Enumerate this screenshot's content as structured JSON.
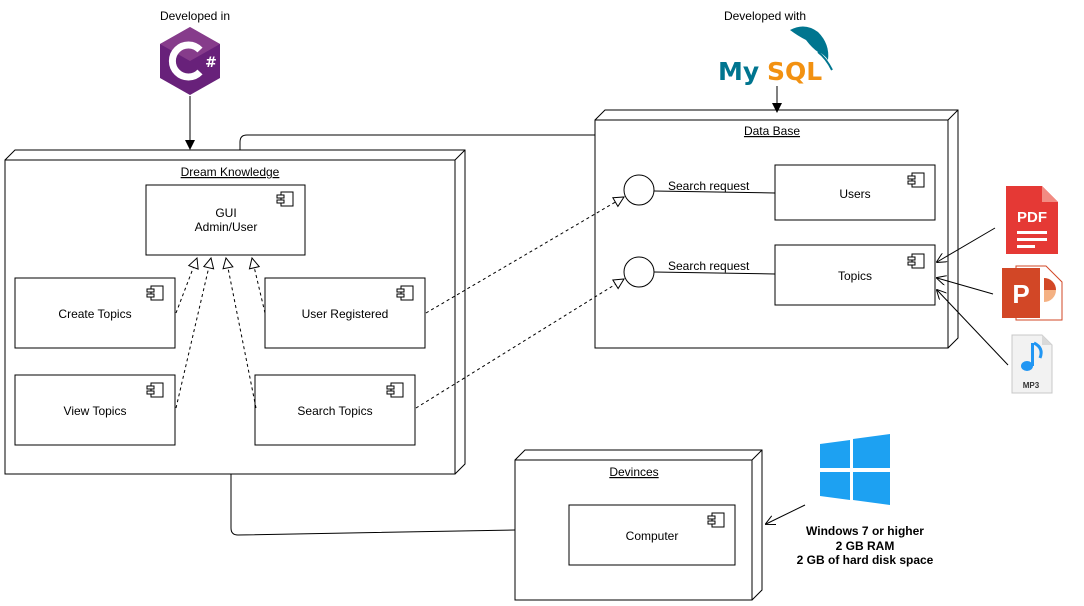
{
  "annotations": {
    "developed_in": "Developed in",
    "developed_with": "Developed  with",
    "csharp_logo_text": "C#",
    "mysql_logo_text": "MySQL"
  },
  "nodes": {
    "dream_knowledge": "Dream Knowledge",
    "data_base": "Data Base",
    "devices": "Devinces"
  },
  "components": {
    "gui_line1": "GUI",
    "gui_line2": "Admin/User",
    "create_topics": "Create Topics",
    "user_registered": "User Registered",
    "view_topics": "View Topics",
    "search_topics": "Search Topics",
    "users": "Users",
    "topics": "Topics",
    "computer": "Computer"
  },
  "interfaces": {
    "search_request_1": "Search  request",
    "search_request_2": "Search  request"
  },
  "file_icons": {
    "pdf": "PDF",
    "mp3": "MP3"
  },
  "requirements": {
    "line1": "Windows 7 or higher",
    "line2": "2 GB RAM",
    "line3": "2 GB of hard disk space"
  },
  "colors": {
    "csharp_purple": "#68217A",
    "mysql_blue": "#00758F",
    "mysql_orange": "#F29111",
    "pdf_red": "#E53935",
    "ppt_orange": "#D24726",
    "mp3_blue": "#2196F3",
    "windows_blue": "#1DA1F2"
  }
}
